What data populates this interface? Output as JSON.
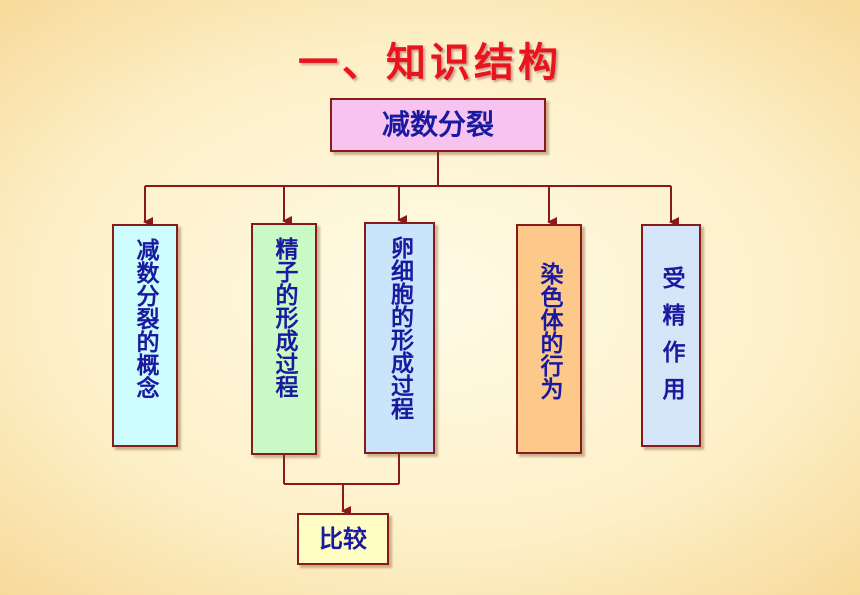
{
  "title": "一、知识结构",
  "root": "减数分裂",
  "branches": [
    "减数分裂的概念",
    "精子的形成过程",
    "卵细胞的形成过程",
    "染色体的行为",
    "受精作用"
  ],
  "compare": "比较",
  "colors": {
    "title": "#e8141e",
    "box_text": "#1a1aa0",
    "line": "#8a1a1a"
  }
}
